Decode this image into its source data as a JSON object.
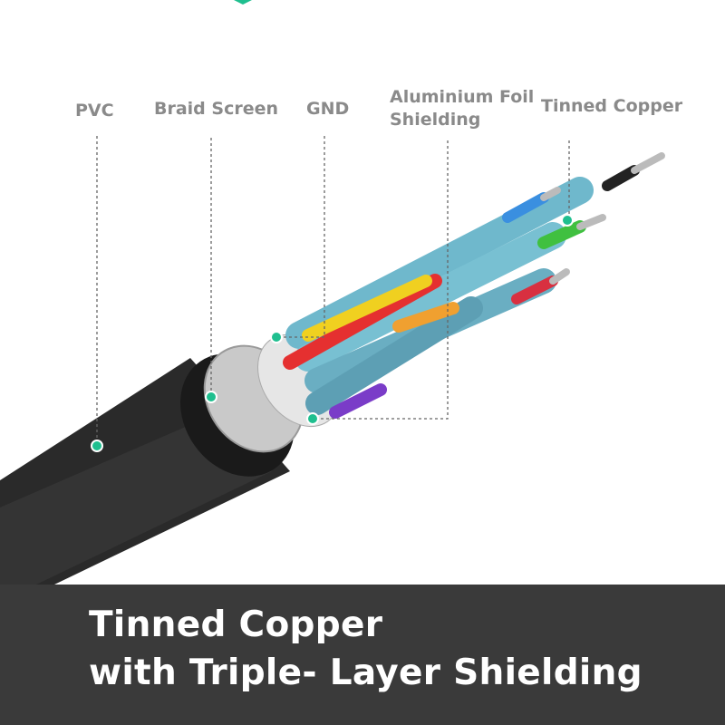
{
  "labels": {
    "pvc": "PVC",
    "braid_screen": "Braid Screen",
    "gnd": "GND",
    "aluminium_foil_line1": "Aluminium Foil",
    "aluminium_foil_line2": "Shielding",
    "tinned_copper": "Tinned Copper"
  },
  "headline": {
    "line1": "Tinned Copper",
    "line2": "with Triple- Layer Shielding"
  },
  "colors": {
    "accent": "#1fbf8f",
    "band": "#3a3a3a",
    "label": "#8a8a8a"
  }
}
